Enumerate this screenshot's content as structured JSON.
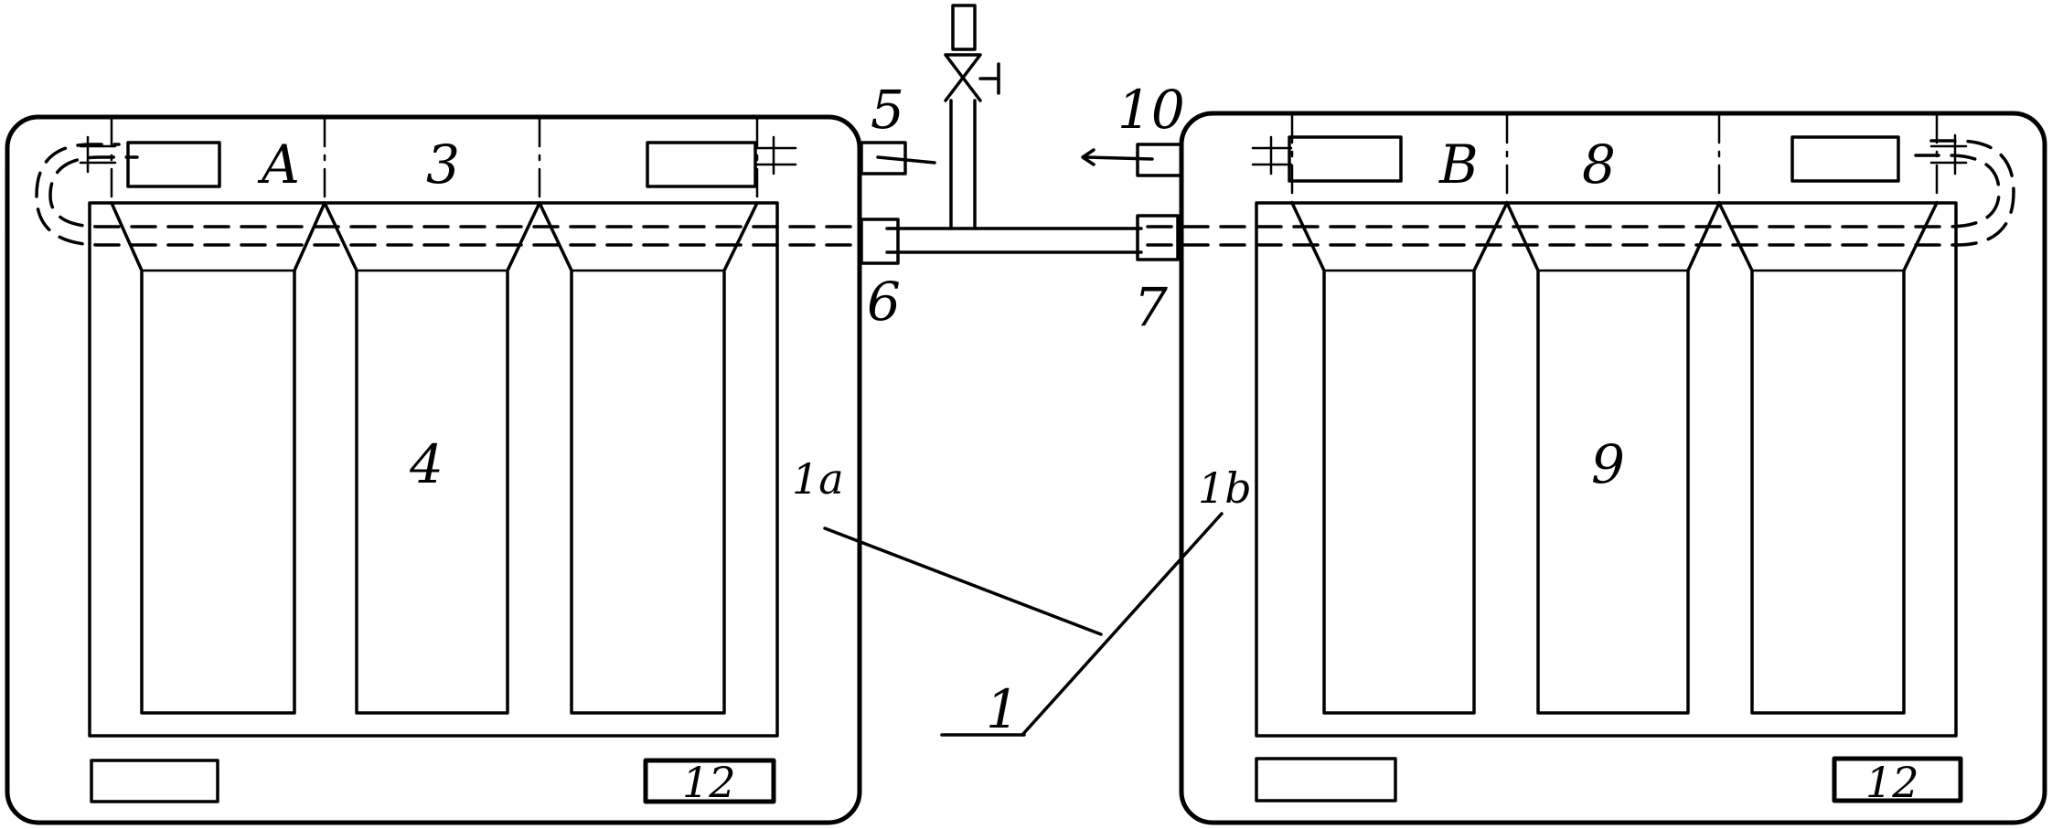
{
  "labels": {
    "a": "A",
    "b": "B",
    "n1": "1",
    "n1a": "1a",
    "n1b": "1b",
    "n3": "3",
    "n4": "4",
    "n5": "5",
    "n6": "6",
    "n7": "7",
    "n8": "8",
    "n9": "9",
    "n10": "10",
    "n12_left": "12",
    "n12_right": "12"
  }
}
